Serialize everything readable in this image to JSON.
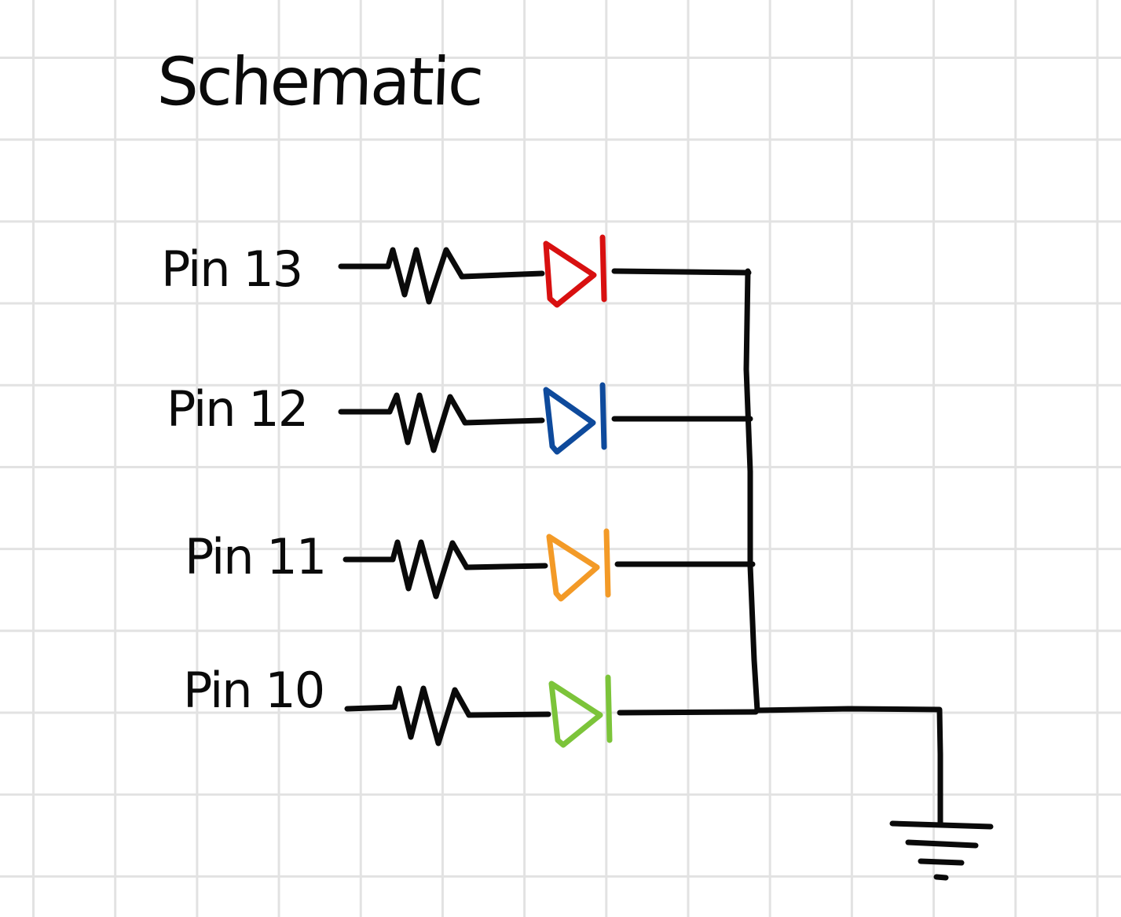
{
  "title": "Schematic",
  "pins": [
    {
      "label": "Pin 13",
      "led_color": "#d81010"
    },
    {
      "label": "Pin 12",
      "led_color": "#0e4a9c"
    },
    {
      "label": "Pin 11",
      "led_color": "#f39a27"
    },
    {
      "label": "Pin 10",
      "led_color": "#7cc43a"
    }
  ],
  "colors": {
    "ink": "#0a0a0a",
    "grid": "#e2e2e2",
    "background": "#ffffff"
  },
  "symbols": [
    "resistor",
    "led",
    "ground"
  ]
}
